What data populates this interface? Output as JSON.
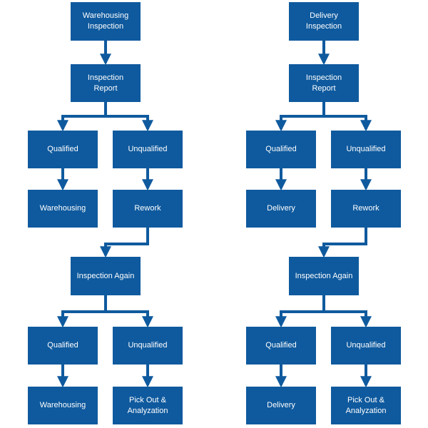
{
  "colors": {
    "box": "#0f5a9e",
    "connector": "#0f5a9e",
    "text": "#ffffff",
    "background": "#ffffff"
  },
  "left_flow": {
    "start": "Warehousing\nInspection",
    "report": "Inspection\nReport",
    "qualified_1": "Qualified",
    "unqualified_1": "Unqualified",
    "pass_result_1": "Warehousing",
    "rework": "Rework",
    "inspection_again": "Inspection Again",
    "qualified_2": "Qualified",
    "unqualified_2": "Unqualified",
    "pass_result_2": "Warehousing",
    "pick_out": "Pick Out &\nAnalyzation"
  },
  "right_flow": {
    "start": "Delivery\nInspection",
    "report": "Inspection\nReport",
    "qualified_1": "Qualified",
    "unqualified_1": "Unqualified",
    "pass_result_1": "Delivery",
    "rework": "Rework",
    "inspection_again": "Inspection Again",
    "qualified_2": "Qualified",
    "unqualified_2": "Unqualified",
    "pass_result_2": "Delivery",
    "pick_out": "Pick Out &\nAnalyzation"
  }
}
